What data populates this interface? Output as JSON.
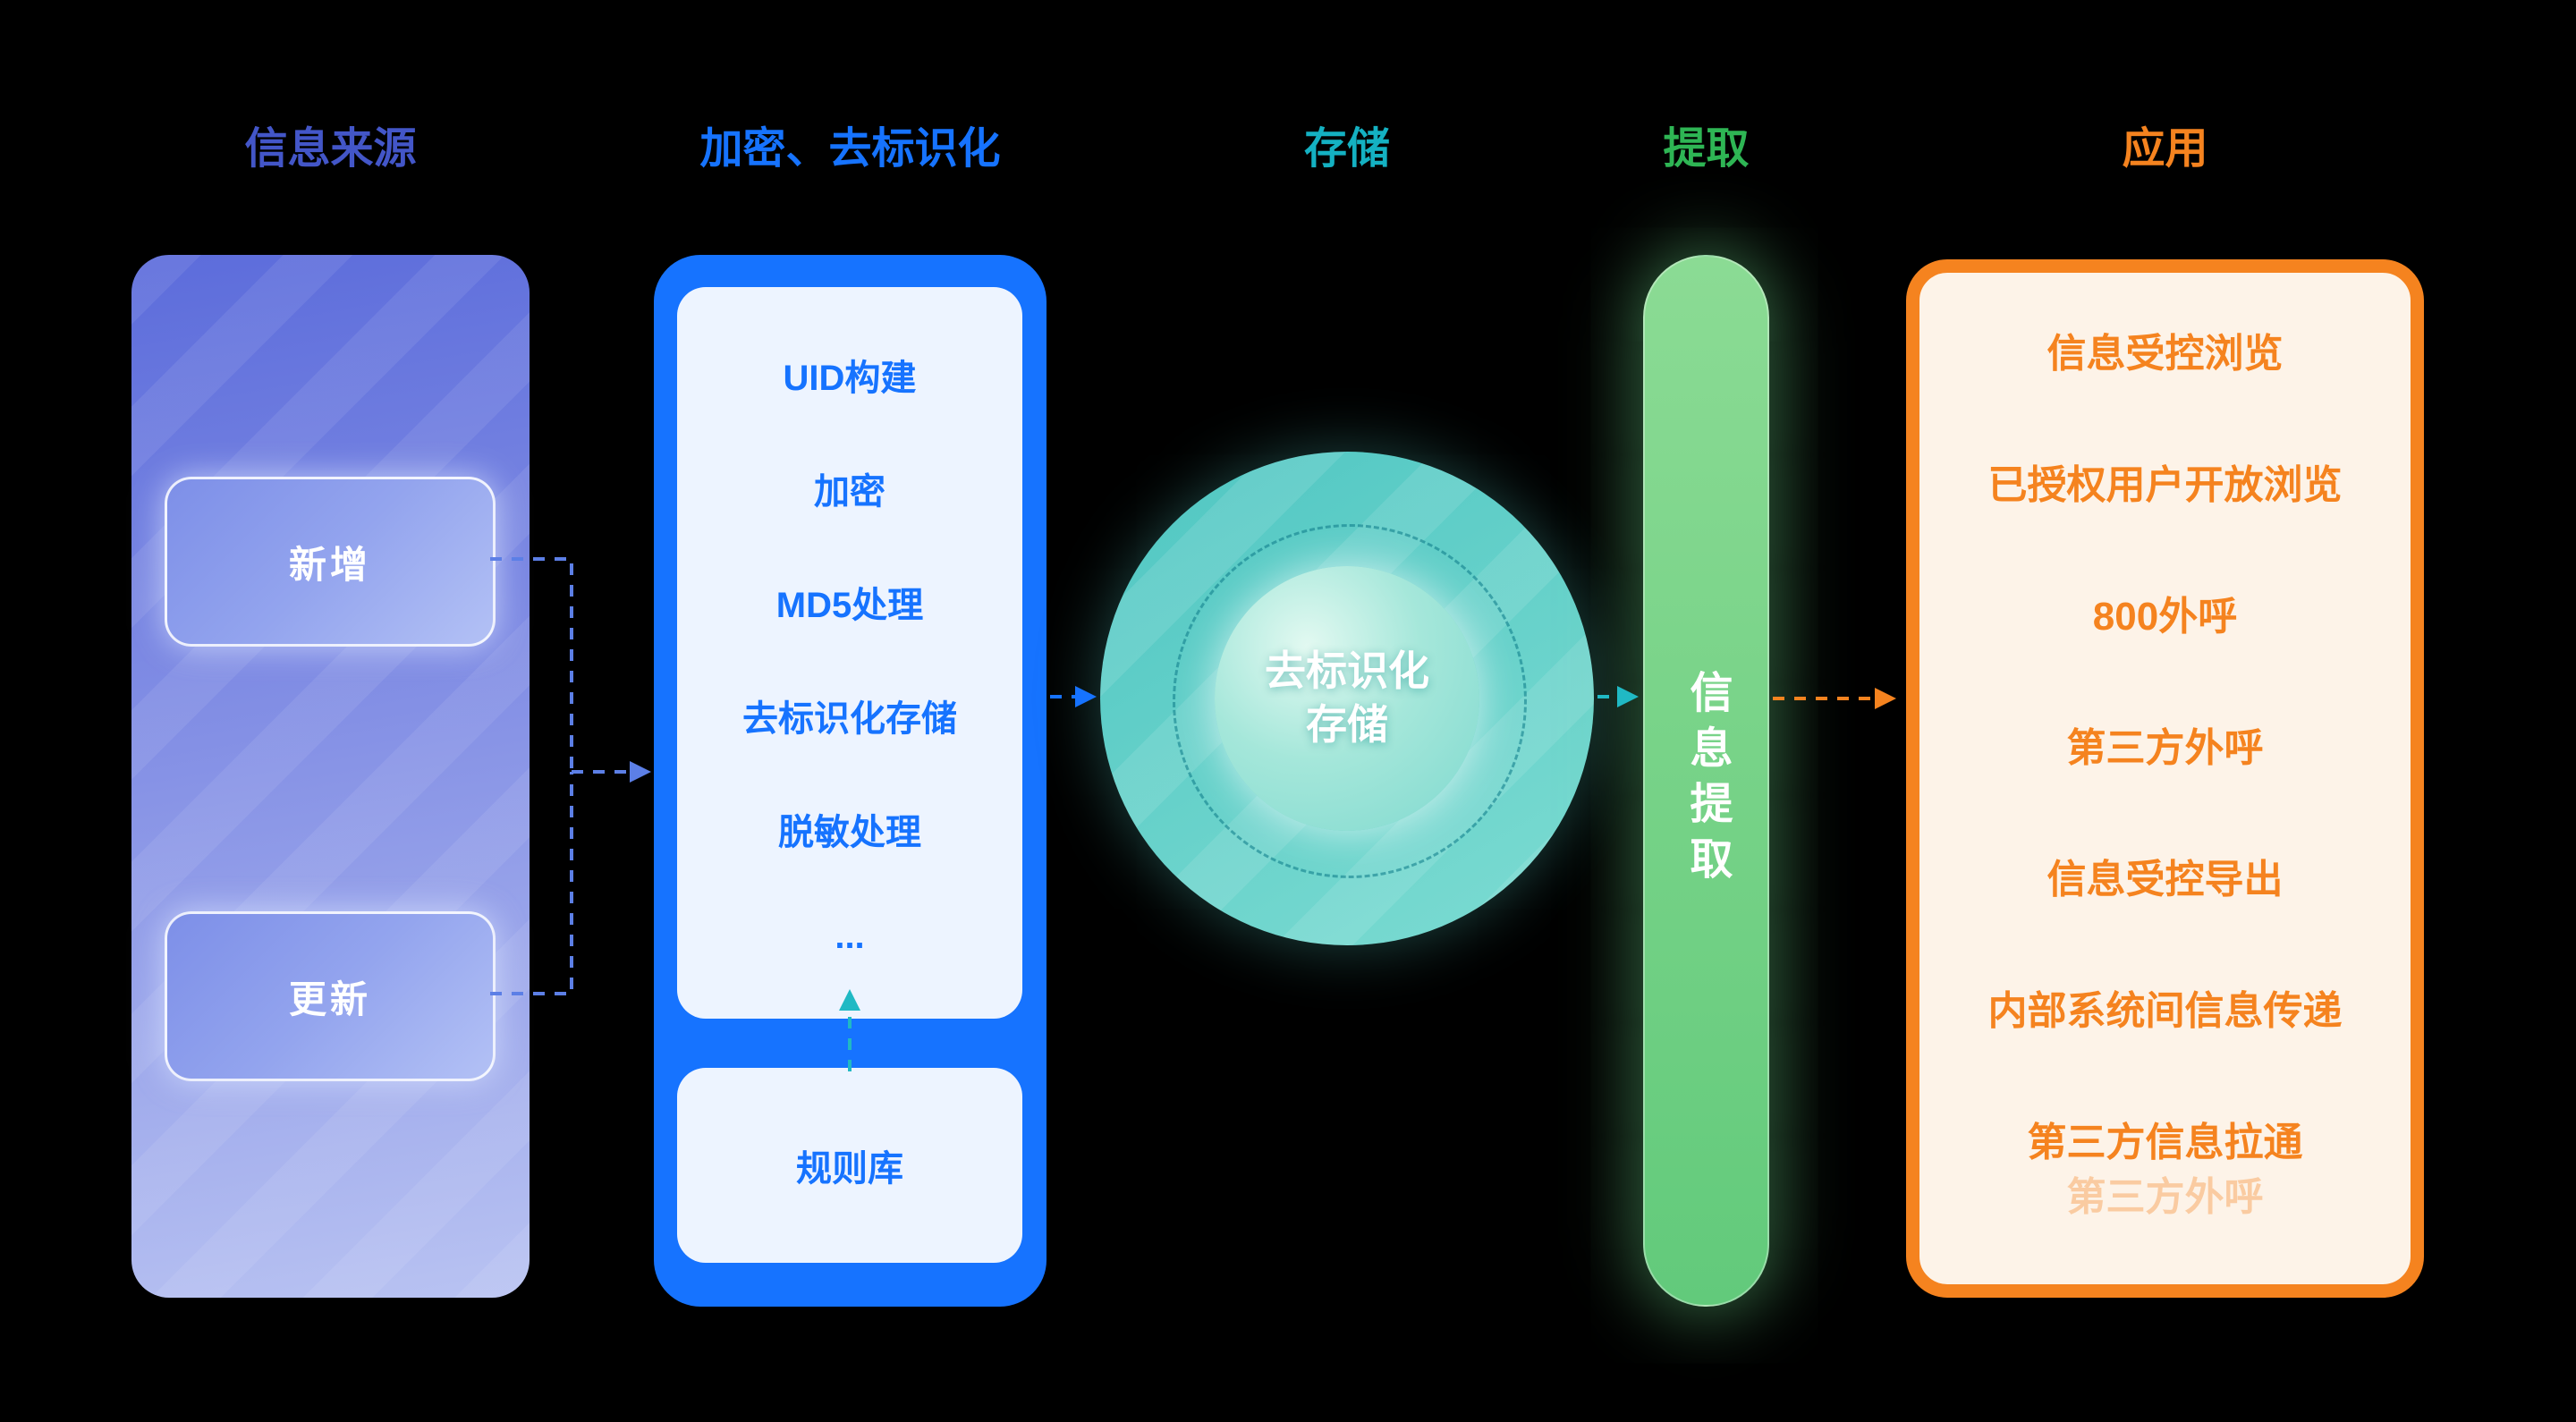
{
  "headers": {
    "source": "信息来源",
    "encrypt": "加密、去标识化",
    "storage": "存储",
    "extract": "提取",
    "apply": "应用"
  },
  "source": {
    "items": [
      {
        "label": "新增"
      },
      {
        "label": "更新"
      }
    ]
  },
  "encrypt": {
    "steps": [
      "UID构建",
      "加密",
      "MD5处理",
      "去标识化存储",
      "脱敏处理",
      "..."
    ],
    "rule_library": "规则库"
  },
  "storage": {
    "circle_line1": "去标识化",
    "circle_line2": "存储"
  },
  "extract": {
    "bar_label": "信息提取"
  },
  "apply": {
    "items": [
      "信息受控浏览",
      "已授权用户开放浏览",
      "800外呼",
      "第三方外呼",
      "信息受控导出",
      "内部系统间信息传递",
      "第三方信息拉通"
    ],
    "faded_item": "第三方外呼"
  },
  "colors": {
    "background": "#000000",
    "source_accent": "#4356c8",
    "source_panel_top": "#5c6cdb",
    "source_panel_bottom": "#b9c3f2",
    "encrypt_accent": "#1673ff",
    "encrypt_inner": "#edf4ff",
    "storage_accent": "#14b1c2",
    "storage_circle": "#5fcdc6",
    "extract_accent": "#2eb554",
    "extract_bar": "#6ecf7f",
    "apply_accent": "#f5831f",
    "apply_fill": "#fdf3e8",
    "connector_source": "#5c7fe6",
    "connector_encrypt": "#1673ff",
    "connector_teal": "#20b9c4",
    "connector_orange": "#f5831f"
  }
}
